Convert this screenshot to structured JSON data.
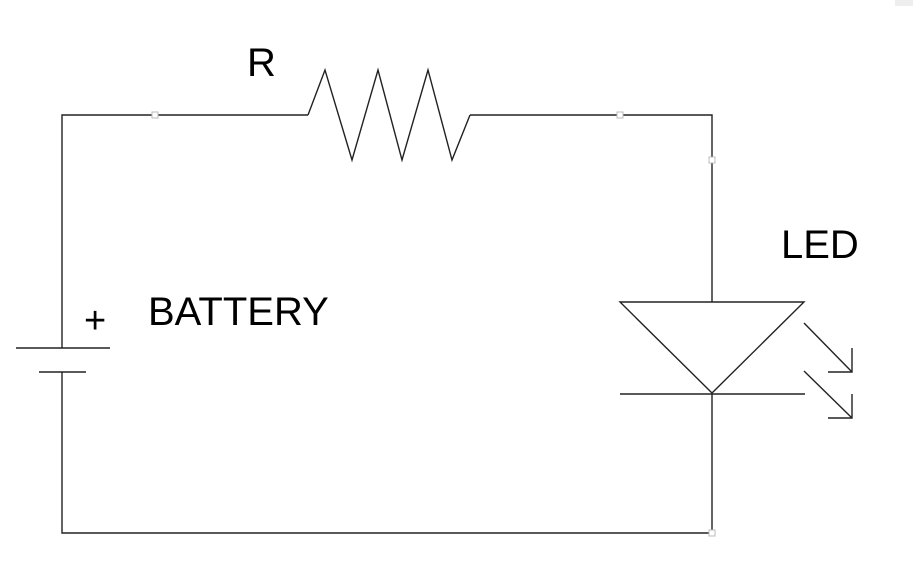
{
  "labels": {
    "resistor": "R",
    "led": "LED",
    "battery": "BATTERY",
    "plus": "+"
  },
  "colors": {
    "wire": "#222222",
    "background": "#ffffff",
    "handle": "#bbbbbb"
  }
}
